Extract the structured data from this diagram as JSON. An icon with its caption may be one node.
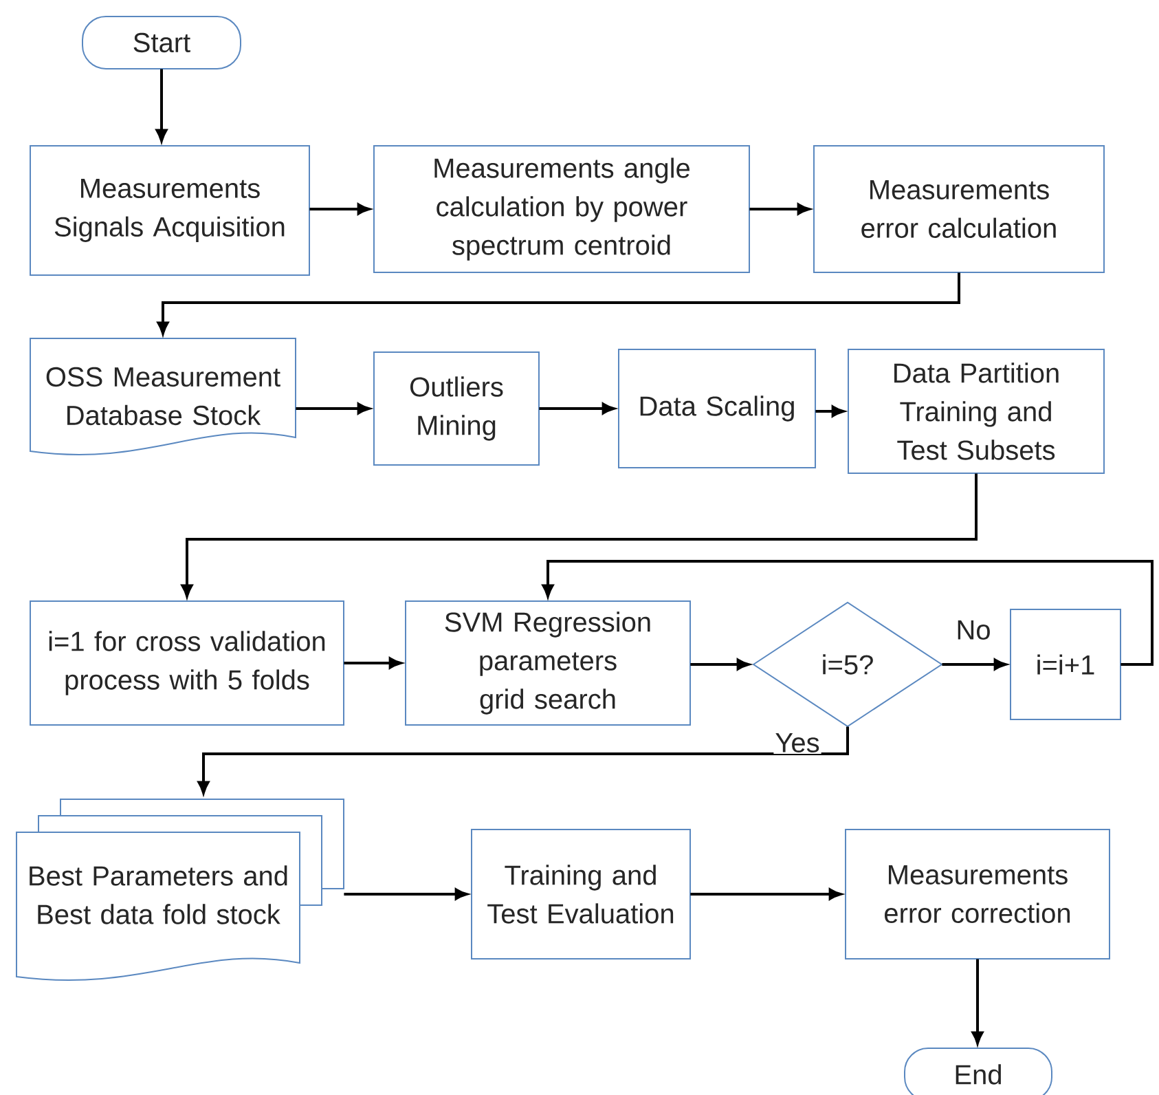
{
  "diagram": {
    "nodes": [
      {
        "text": [
          "Start"
        ]
      },
      {
        "text": [
          "Measurements Signals Acquisition"
        ]
      },
      {
        "text": [
          "Measurements angle calculation by power spectrum centroid"
        ]
      },
      {
        "text": [
          "Measurements error calculation"
        ]
      },
      {
        "text": [
          "OSS Measurement Database Stock"
        ]
      },
      {
        "text": [
          "Outliers Mining"
        ]
      },
      {
        "text": [
          "Data Scaling"
        ]
      },
      {
        "text": [
          "Data Partition Training and Test Subsets"
        ]
      },
      {
        "text": [
          "i=1 for cross validation process with 5 folds"
        ]
      },
      {
        "text": [
          "SVM Regression parameters grid search"
        ]
      },
      {
        "text": [
          "i=5?"
        ]
      },
      {
        "text": [
          "i=i+1"
        ]
      },
      {
        "text": [
          "Best Parameters and Best data fold stock"
        ]
      },
      {
        "text": [
          "Training and Test Evaluation"
        ]
      },
      {
        "text": [
          "Measurements error correction"
        ]
      },
      {
        "text": [
          "End"
        ]
      }
    ],
    "edges": [
      {
        "from": 0,
        "to": 1,
        "arrow": "to"
      },
      {
        "from": 1,
        "to": 2,
        "arrow": "to"
      },
      {
        "from": 2,
        "to": 3,
        "arrow": "to"
      },
      {
        "from": 3,
        "to": 4,
        "arrow": "to"
      },
      {
        "from": 4,
        "to": 5,
        "arrow": "to"
      },
      {
        "from": 5,
        "to": 6,
        "arrow": "to"
      },
      {
        "from": 6,
        "to": 7,
        "arrow": "to"
      },
      {
        "from": 7,
        "to": 8,
        "arrow": "to"
      },
      {
        "from": 8,
        "to": 9,
        "arrow": "to"
      },
      {
        "from": 9,
        "to": 10,
        "arrow": "to"
      },
      {
        "from": 10,
        "to": 11,
        "arrow": "to",
        "label": "No"
      },
      {
        "from": 11,
        "to": 9,
        "arrow": "to"
      },
      {
        "from": 10,
        "to": 12,
        "arrow": "to",
        "label": "Yes"
      },
      {
        "from": 12,
        "to": 13,
        "arrow": "to"
      },
      {
        "from": 13,
        "to": 14,
        "arrow": "to"
      },
      {
        "from": 14,
        "to": 15,
        "arrow": "to"
      }
    ]
  }
}
